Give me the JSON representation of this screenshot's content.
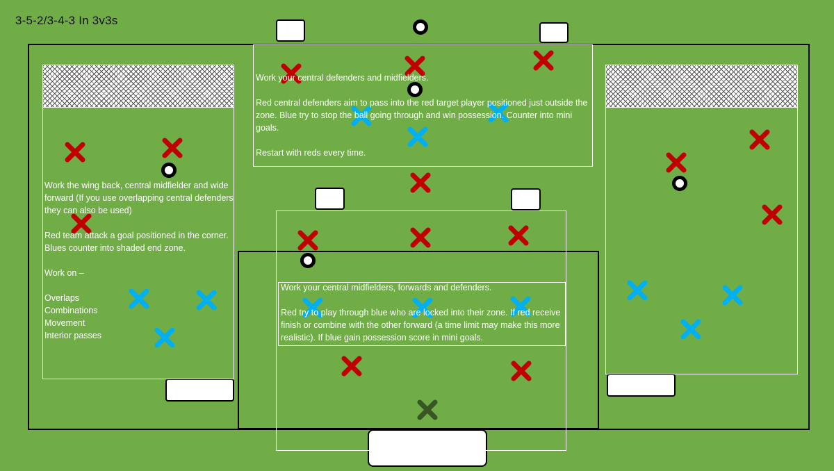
{
  "title": "3-5-2/3-4-3 In 3v3s",
  "colors": {
    "pitch": "#70ad47",
    "red_player": "#c00000",
    "blue_player": "#00b0f0",
    "neutral_player": "#375623"
  },
  "legend_icons": {
    "red": "cross-icon-red",
    "blue": "cross-icon-blue",
    "ball": "ball-icon"
  },
  "top_zone": {
    "text": "Work your central defenders and midfielders.\n\nRed central defenders aim to pass into the red target player positioned just outside the zone. Blue try to stop the ball going through and win possession. Counter into mini goals.\n\nRestart with reds every time."
  },
  "left_zone": {
    "text": "Work the wing back, central midfielder and wide forward (If you use overlapping central defenders they can also be used)\n\nRed team attack a goal positioned in the corner. Blues counter into shaded end zone.\n\nWork on –\n\nOverlaps\nCombinations\nMovement\nInterior passes"
  },
  "bottom_zone": {
    "text": "Work your central midfielders, forwards and defenders.\n\nRed try to play through blue who are locked into their zone. If red receive finish or combine with the other forward (a time limit may make this more realistic). If blue gain possession score in mini goals."
  }
}
